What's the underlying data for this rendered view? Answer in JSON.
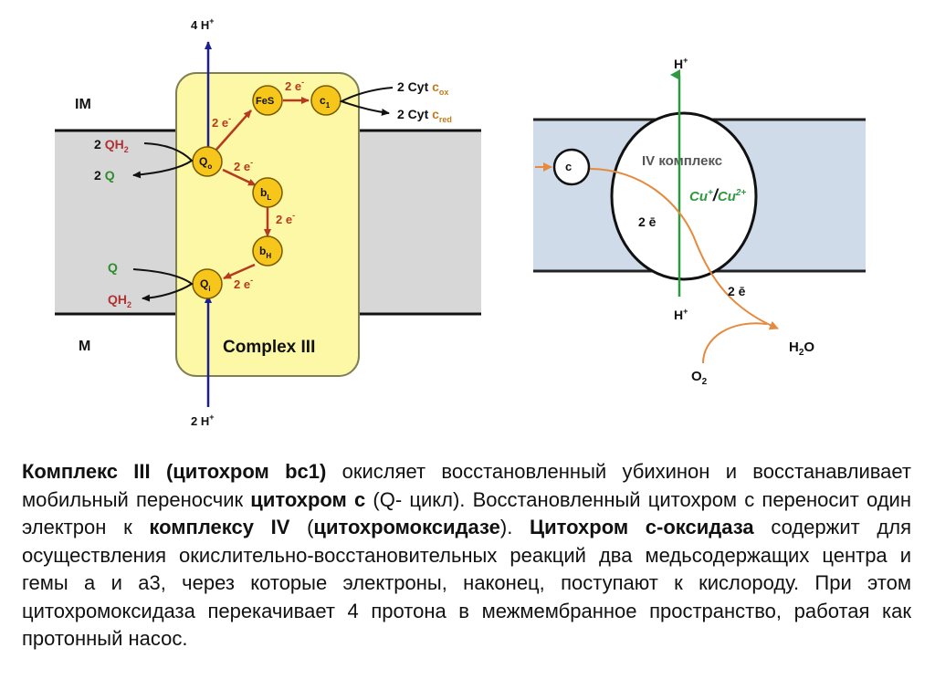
{
  "colors": {
    "membrane": "#d7d7d7",
    "membrane_right": "#cfdbe8",
    "complex_fill": "#fcf8a6",
    "complex_stroke": "#7f7f55",
    "cofactor_fill": "#f7c61a",
    "electron_arrow": "#b53a1e",
    "proton_arrow": "#1c1f8f",
    "q_green": "#2e8c2e",
    "qh2_red": "#b03232",
    "cox_orange": "#c47b1b",
    "hplus_green": "#2e9a40",
    "orange_arrow": "#e58a3e"
  },
  "complex3": {
    "im_label": "IM",
    "m_label": "M",
    "title": "Complex III",
    "h_top": "4 H",
    "h_top_sup": "+",
    "h_bottom": "2 H",
    "h_bottom_sup": "+",
    "qh2_in": {
      "coef": "2 ",
      "name": "QH",
      "sub": "2"
    },
    "q_out": {
      "coef": "2 ",
      "name": "Q"
    },
    "q_in": "Q",
    "qh2_out": {
      "name": "QH",
      "sub": "2"
    },
    "qo": {
      "name": "Q",
      "sub": "o"
    },
    "qi": {
      "name": "Q",
      "sub": "i"
    },
    "fes": "FeS",
    "c1": {
      "name": "c",
      "sub": "1"
    },
    "bl": {
      "name": "b",
      "sub": "L"
    },
    "bh": {
      "name": "b",
      "sub": "H"
    },
    "e_label": "2 e",
    "e_sup": "-",
    "cyt_ox": {
      "prefix": "2 Cyt ",
      "c": "c",
      "sub": "ox"
    },
    "cyt_red": {
      "prefix": "2 Cyt ",
      "c": "c",
      "sub": "red"
    }
  },
  "complex4": {
    "cyt_c": "c",
    "title": "IV комплекс",
    "copper": {
      "cu1": "Cu",
      "cu1_sup": "+",
      "slash": "/",
      "cu2": "Cu",
      "cu2_sup": "2+"
    },
    "e_inside": "2 ē",
    "e_outside": "2 ē",
    "h_top": "H",
    "h_top_sup": "+",
    "h_bottom": "H",
    "h_bottom_sup": "+",
    "h2o": {
      "a": "H",
      "sub": "2",
      "b": "O"
    },
    "o2": {
      "a": "O",
      "sub": "2"
    }
  },
  "caption": {
    "s1": "Комплекс III (цитохром bc1)",
    "s2": " окисляет восстановленный убихинон и восстанавливает мобильный переносчик ",
    "s3": "цитохром с",
    "s4": " (Q- цикл). Восстановленный цитохром с переносит один электрон к ",
    "s5": "комплексу IV",
    "s6": " (",
    "s7": "цитохромоксидазе",
    "s8": "). ",
    "s9": "Цитохром с-оксидаза",
    "s10": " содержит для осуществления окислительно-восстановительных реакций два медьсодержащих центра и гемы а и а3, через которые электроны, наконец, поступают к кислороду. При этом цитохромоксидаза перекачивает 4 протона в межмембранное пространство, работая как протонный насос."
  }
}
